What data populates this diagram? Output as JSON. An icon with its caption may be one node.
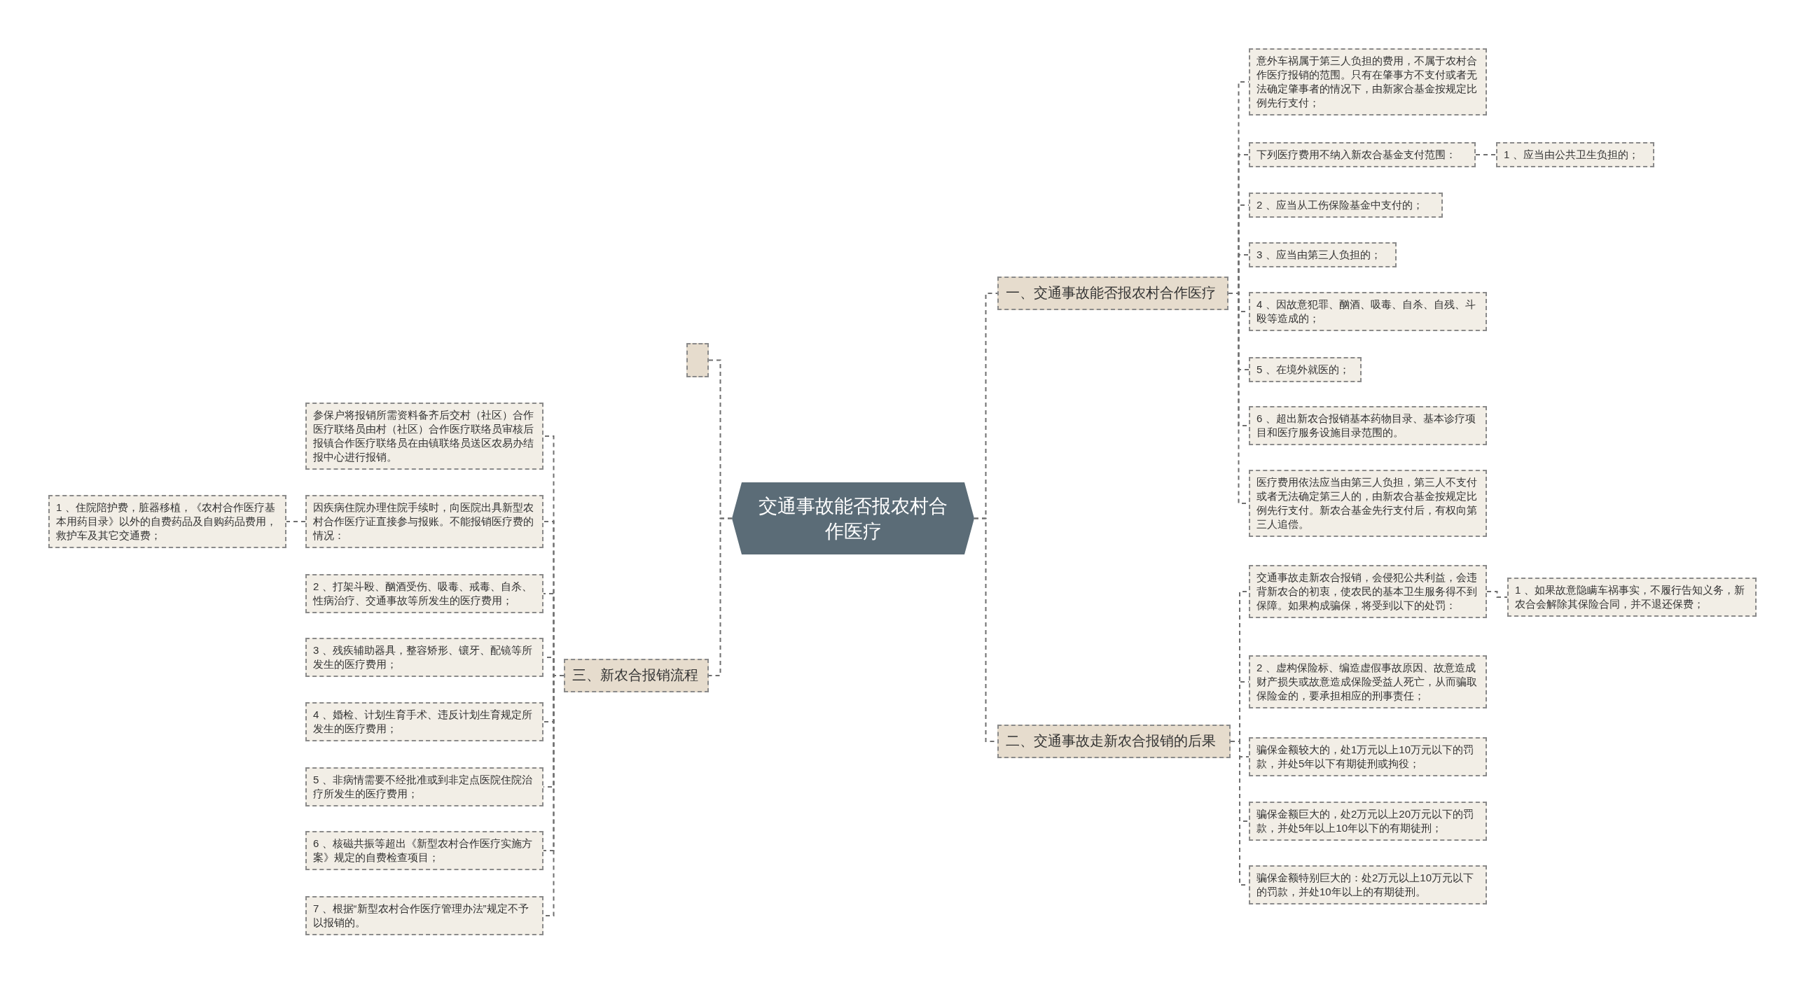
{
  "diagram": {
    "nodes": [
      {
        "text": [
          "交通事故能否报农村合作医疗"
        ]
      },
      {
        "text": [
          "一、交通事故能否报农村合作医疗"
        ]
      },
      {
        "text": [
          "意外车祸属于第三人负担的费用，不属于农村合作医疗报销的范围。只有在肇事方不支付或者无法确定肇事者的情况下，由新家合基金按规定比例先行支付；"
        ]
      },
      {
        "text": [
          "下列医疗费用不纳入新农合基金支付范围："
        ]
      },
      {
        "text": [
          "1 、应当由公共卫生负担的；"
        ]
      },
      {
        "text": [
          "2 、应当从工伤保险基金中支付的；"
        ]
      },
      {
        "text": [
          "3 、应当由第三人负担的；"
        ]
      },
      {
        "text": [
          "4 、因故意犯罪、酗酒、吸毒、自杀、自残、斗殴等造成的；"
        ]
      },
      {
        "text": [
          "5 、在境外就医的；"
        ]
      },
      {
        "text": [
          "6 、超出新农合报销基本药物目录、基本诊疗项目和医疗服务设施目录范围的。"
        ]
      },
      {
        "text": [
          "医疗费用依法应当由第三人负担，第三人不支付或者无法确定第三人的，由新农合基金按规定比例先行支付。新农合基金先行支付后，有权向第三人追偿。"
        ]
      },
      {
        "text": [
          "二、交通事故走新农合报销的后果"
        ]
      },
      {
        "text": [
          "交通事故走新农合报销，会侵犯公共利益，会违背新农合的初衷，使农民的基本卫生服务得不到保障。如果构成骗保，将受到以下的处罚："
        ]
      },
      {
        "text": [
          "1 、如果故意隐瞒车祸事实，不履行告知义务，新农合会解除其保险合同，并不退还保费；"
        ]
      },
      {
        "text": [
          "2 、虚构保险标、编造虚假事故原因、故意造成财产损失或故意造成保险受益人死亡，从而骗取保险金的，要承担相应的刑事责任；"
        ]
      },
      {
        "text": [
          "骗保金额较大的，处1万元以上10万元以下的罚款，并处5年以下有期徒刑或拘役；"
        ]
      },
      {
        "text": [
          "骗保金额巨大的，处2万元以上20万元以下的罚款，并处5年以上10年以下的有期徒刑；"
        ]
      },
      {
        "text": [
          "骗保金额特别巨大的：处2万元以上10万元以下的罚款，并处10年以上的有期徒刑。"
        ]
      },
      {
        "text": [],
        "shape": "box"
      },
      {
        "text": [
          "三、新农合报销流程"
        ]
      },
      {
        "text": [
          "参保户将报销所需资料备齐后交村（社区）合作医疗联络员由村（社区）合作医疗联络员审核后报镇合作医疗联络员在由镇联络员送区农易办结报中心进行报销。"
        ]
      },
      {
        "text": [
          "因疾病住院办理住院手续时，向医院出具新型农村合作医疗证直接参与报账。不能报销医疗费的情况："
        ]
      },
      {
        "text": [
          "1 、住院陪护费，脏器移植，《农村合作医疗基本用药目录》以外的自费药品及自购药品费用，救护车及其它交通费；"
        ]
      },
      {
        "text": [
          "2 、打架斗殴、酗酒受伤、吸毒、戒毒、自杀、性病治疗、交通事故等所发生的医疗费用；"
        ]
      },
      {
        "text": [
          "3 、残疾辅助器具，整容矫形、镶牙、配镜等所发生的医疗费用；"
        ]
      },
      {
        "text": [
          "4 、婚检、计划生育手术、违反计划生育规定所发生的医疗费用；"
        ]
      },
      {
        "text": [
          "5 、非病情需要不经批准或到非定点医院住院治疗所发生的医疗费用；"
        ]
      },
      {
        "text": [
          "6 、核磁共振等超出《新型农村合作医疗实施方案》规定的自费检查项目；"
        ]
      },
      {
        "text": [
          "7 、根据“新型农村合作医疗管理办法”规定不予以报销的。"
        ]
      }
    ],
    "edges": [
      {
        "from": 0,
        "to": 1,
        "arrow": "none"
      },
      {
        "from": 1,
        "to": 2,
        "arrow": "none"
      },
      {
        "from": 1,
        "to": 3,
        "arrow": "none"
      },
      {
        "from": 3,
        "to": 4,
        "arrow": "none"
      },
      {
        "from": 1,
        "to": 5,
        "arrow": "none"
      },
      {
        "from": 1,
        "to": 6,
        "arrow": "none"
      },
      {
        "from": 1,
        "to": 7,
        "arrow": "none"
      },
      {
        "from": 1,
        "to": 8,
        "arrow": "none"
      },
      {
        "from": 1,
        "to": 9,
        "arrow": "none"
      },
      {
        "from": 1,
        "to": 10,
        "arrow": "none"
      },
      {
        "from": 0,
        "to": 11,
        "arrow": "none"
      },
      {
        "from": 11,
        "to": 12,
        "arrow": "none"
      },
      {
        "from": 12,
        "to": 13,
        "arrow": "none"
      },
      {
        "from": 11,
        "to": 14,
        "arrow": "none"
      },
      {
        "from": 11,
        "to": 15,
        "arrow": "none"
      },
      {
        "from": 11,
        "to": 16,
        "arrow": "none"
      },
      {
        "from": 11,
        "to": 17,
        "arrow": "none"
      },
      {
        "from": 0,
        "to": 18,
        "arrow": "none"
      },
      {
        "from": 0,
        "to": 19,
        "arrow": "none"
      },
      {
        "from": 19,
        "to": 20,
        "arrow": "none"
      },
      {
        "from": 19,
        "to": 21,
        "arrow": "none"
      },
      {
        "from": 21,
        "to": 22,
        "arrow": "none"
      },
      {
        "from": 19,
        "to": 23,
        "arrow": "none"
      },
      {
        "from": 19,
        "to": 24,
        "arrow": "none"
      },
      {
        "from": 19,
        "to": 25,
        "arrow": "none"
      },
      {
        "from": 19,
        "to": 26,
        "arrow": "none"
      },
      {
        "from": 19,
        "to": 27,
        "arrow": "none"
      },
      {
        "from": 19,
        "to": 28,
        "arrow": "none"
      }
    ]
  }
}
